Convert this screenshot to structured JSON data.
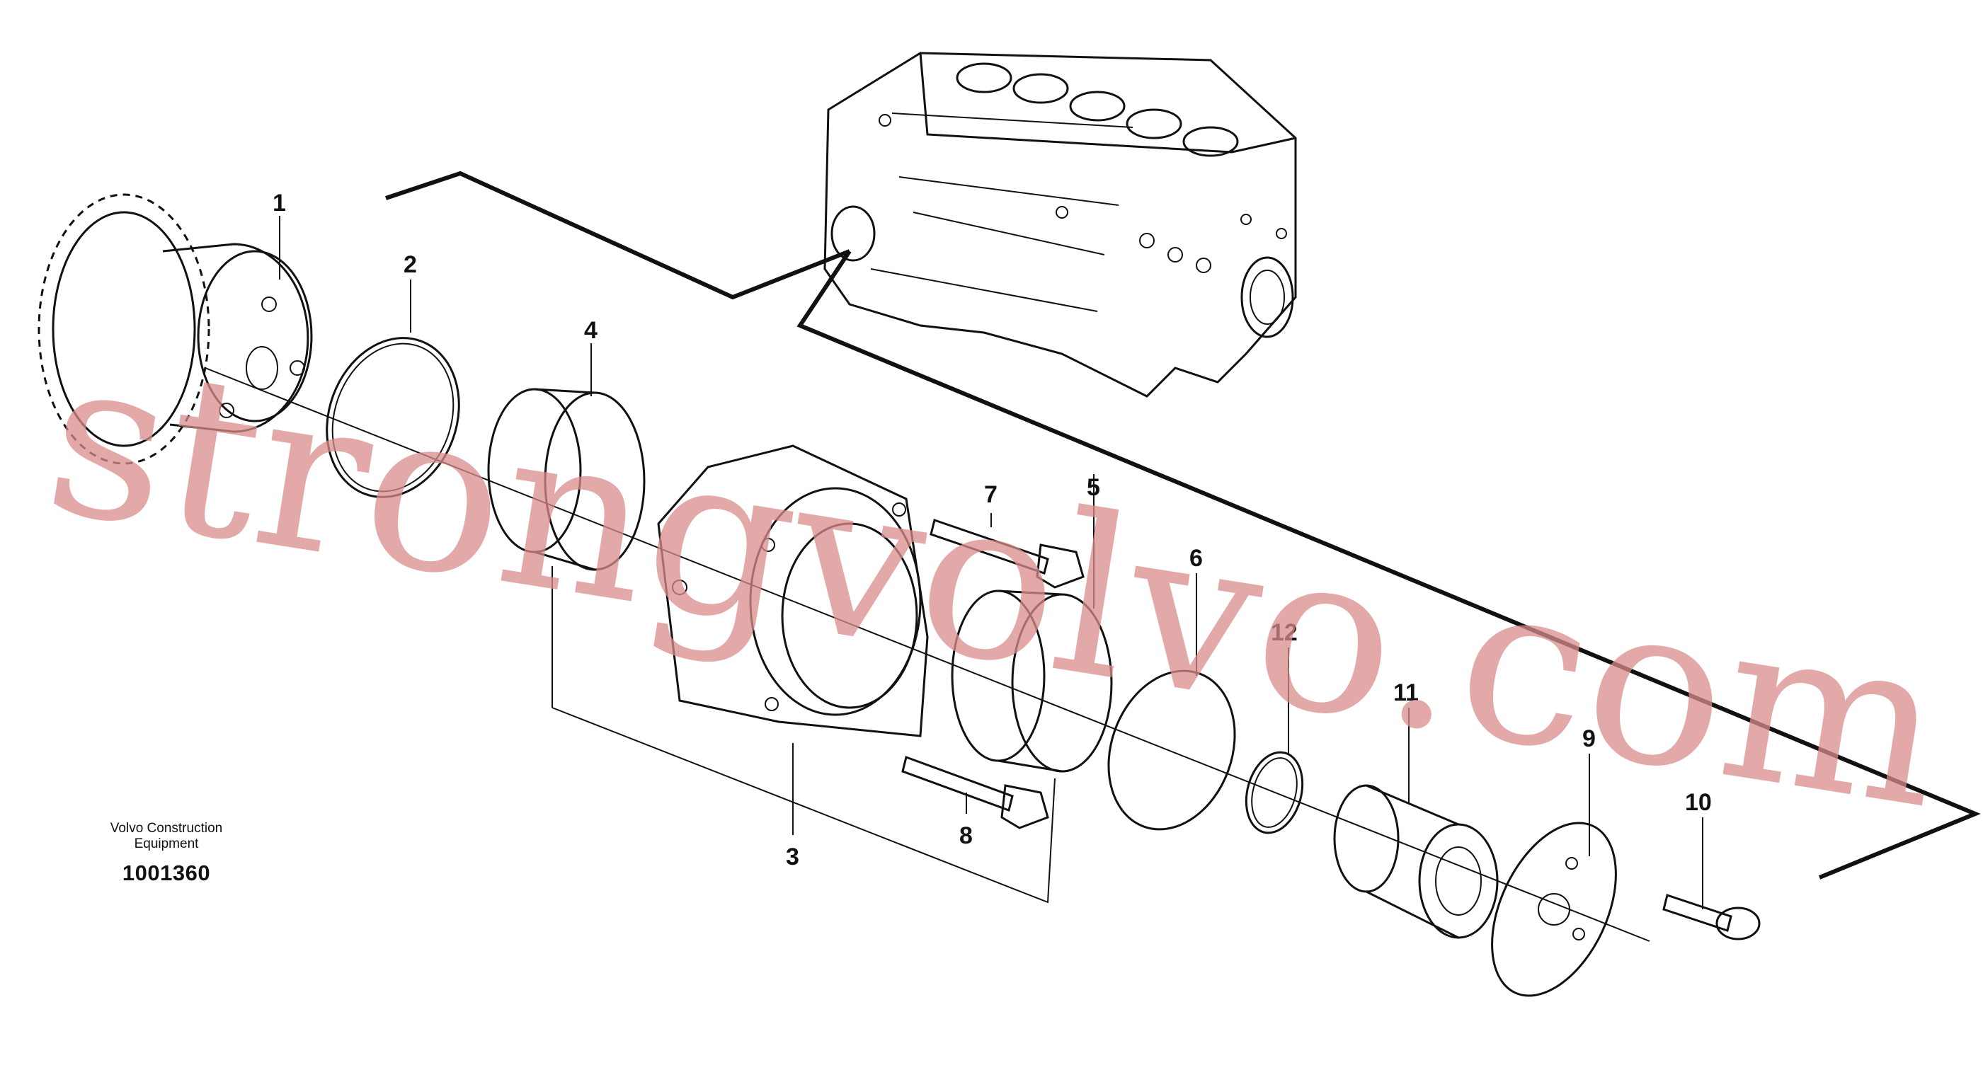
{
  "diagram": {
    "callouts": [
      "1",
      "2",
      "3",
      "4",
      "5",
      "6",
      "7",
      "8",
      "9",
      "10",
      "11",
      "12"
    ],
    "caption_org_line1": "Volvo Construction",
    "caption_org_line2": "Equipment",
    "caption_number": "1001360",
    "watermark": "strongvolvo.com"
  },
  "colors": {
    "line": "#111111",
    "watermark": "#d98c8c",
    "background": "#ffffff"
  }
}
